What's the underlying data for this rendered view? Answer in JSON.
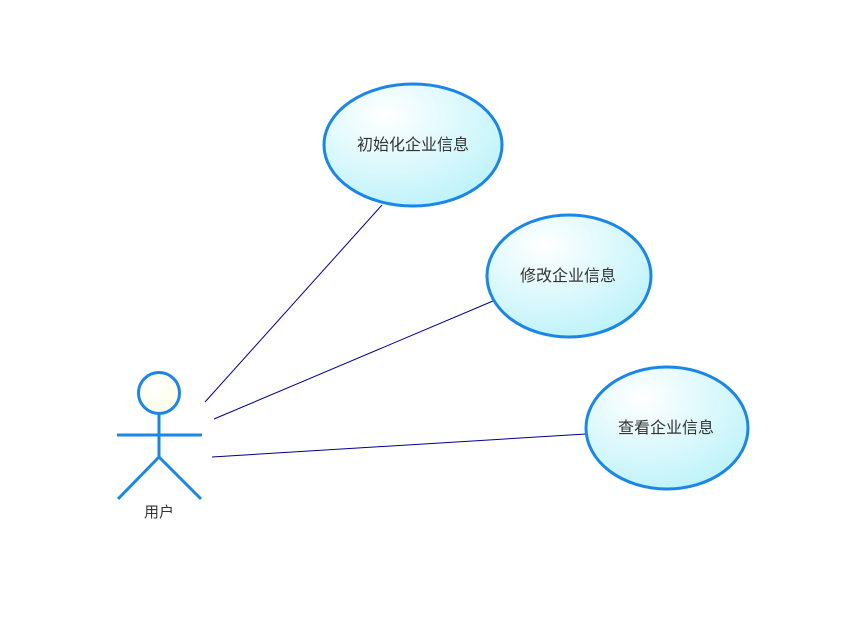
{
  "diagram": {
    "actor": {
      "label": "用户"
    },
    "use_cases": [
      {
        "label": "初始化企业信息"
      },
      {
        "label": "修改企业信息"
      },
      {
        "label": "查看企业信息"
      }
    ],
    "colors": {
      "ellipse_stroke": "#1a86e8",
      "ellipse_fill_top": "#ffffff",
      "ellipse_fill_bottom": "#b9f2f9",
      "actor_stroke": "#1a86e8",
      "actor_head_fill": "#fffde6",
      "association_line": "#00008b"
    }
  }
}
